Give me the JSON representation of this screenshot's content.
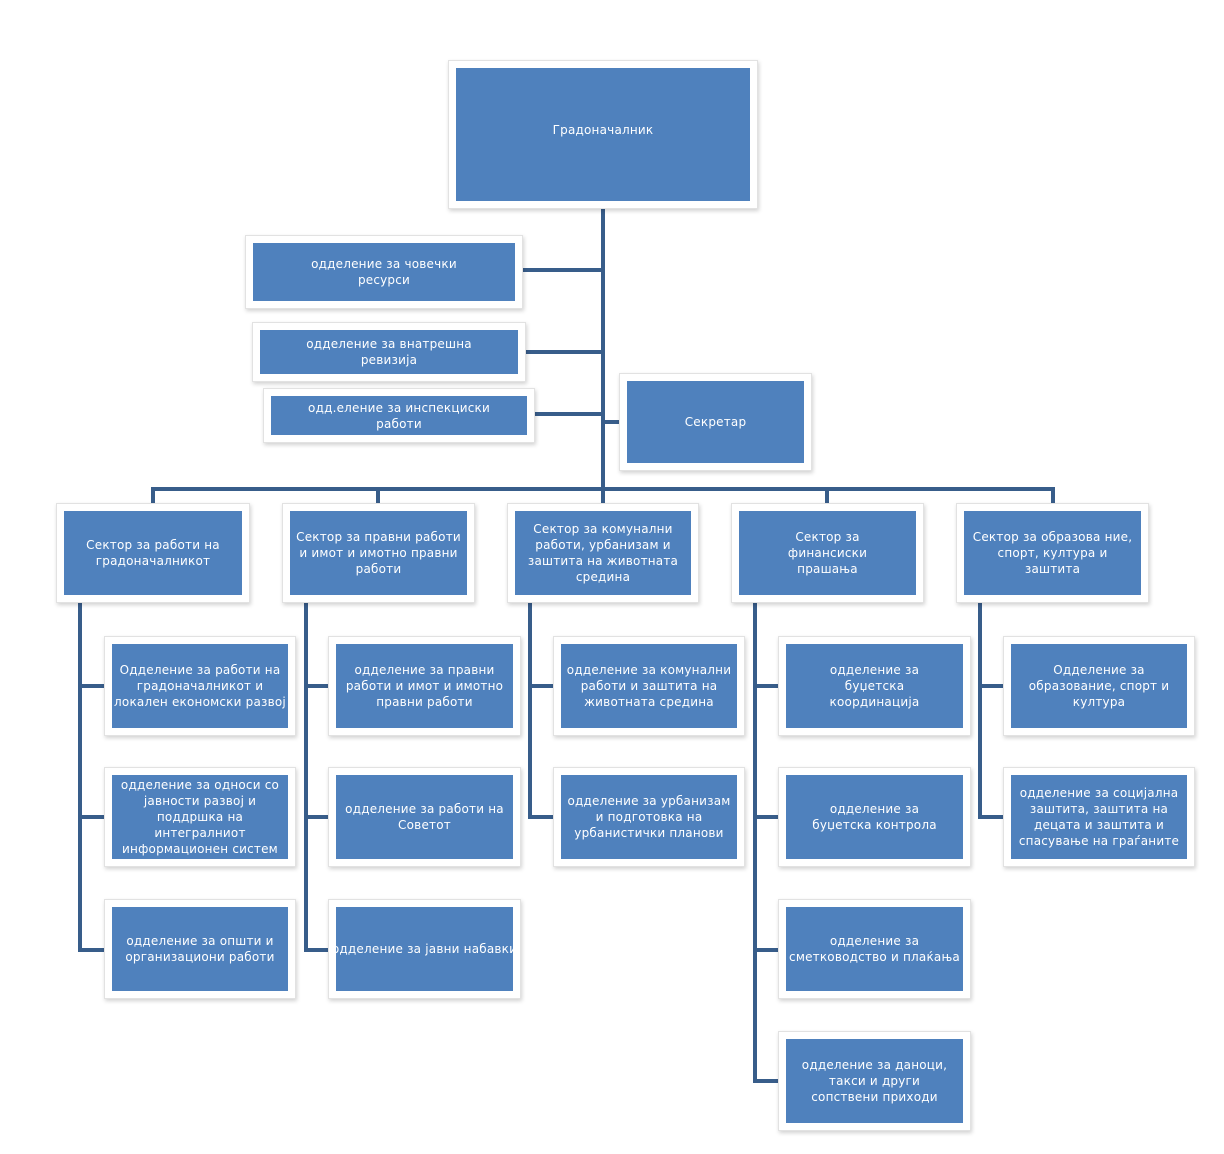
{
  "colors": {
    "box_fill": "#4f81bd",
    "connector": "#385d8a",
    "label": "#ffffff"
  },
  "nodes": {
    "mayor": "Градоначалник",
    "hr": "одделение за човечки ресурси",
    "audit": "одделение за внатрешна ревизија",
    "inspection": "одд.еление за  инспекциски работи",
    "secretary": "Секретар",
    "sector1": "Сектор за работи на градоначалникот",
    "sector2": "Сектор за правни работи и имот и имотно правни работи",
    "sector3": "Сектор за комунални работи, урбанизам и заштита на животната средина",
    "sector4": "Сектор за финансиски прашања",
    "sector5": "Сектор за образова ние, спорт, култура и заштита",
    "s1d1": "Одделение за работи на градоначалникот и локален економски развој",
    "s1d2": "одделение за односи со јавности  развој и поддршка на интегралниот информационен систем",
    "s1d3": "одделение за  општи и организациони работи",
    "s2d1": "одделение за правни работи и имот и имотно  правни работи",
    "s2d2": "одделение за работи на Советот",
    "s2d3": "одделение за јавни набавки",
    "s3d1": "одделение за комунални работи и заштита на животната средина",
    "s3d2": "одделение за урбанизам и подготовка на урбанистички планови",
    "s4d1": "одделение за буџетска координација",
    "s4d2": "одделение за буџетска контрола",
    "s4d3": "одделение за сметководство и плаќања",
    "s4d4": "одделение за даноци, такси и други сопствени приходи",
    "s5d1": "Одделение за образование, спорт и култура",
    "s5d2": "одделение за социјална заштита,  заштита  на децата и заштита и спасување на граѓаните"
  }
}
